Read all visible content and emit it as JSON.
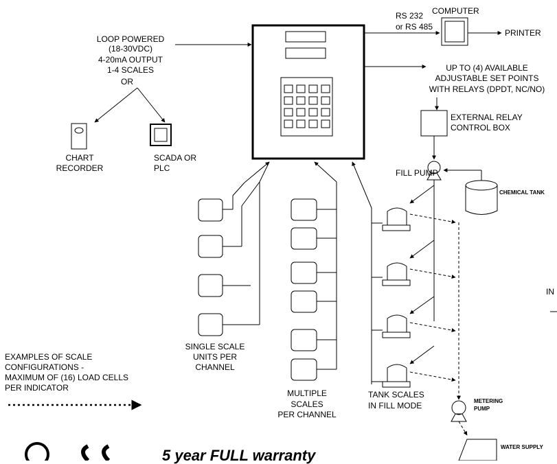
{
  "labels": {
    "rs232": "RS 232",
    "rs485": "or RS 485",
    "computer": "COMPUTER",
    "printer": "PRINTER",
    "loop_powered": [
      "LOOP POWERED",
      "(18-30VDC)",
      "4-20mA OUTPUT",
      "1-4 SCALES"
    ],
    "or": "OR",
    "chart_recorder": [
      "CHART",
      "RECORDER"
    ],
    "scada_plc": [
      "SCADA OR",
      "PLC"
    ],
    "set_points": [
      "UP TO (4) AVAILABLE",
      "ADJUSTABLE SET POINTS",
      "WITH RELAYS (DPDT, NC/NO)"
    ],
    "relay_box": [
      "EXTERNAL RELAY",
      "CONTROL BOX"
    ],
    "fill_pump": "FILL PUMP",
    "chemical_tank": "CHEMICAL TANK",
    "single_scale": [
      "SINGLE SCALE",
      "UNITS PER",
      "CHANNEL"
    ],
    "multiple_scales": [
      "MULTIPLE",
      "SCALES",
      "PER CHANNEL"
    ],
    "tank_scales": [
      "TANK SCALES",
      "IN FILL MODE"
    ],
    "examples": [
      "EXAMPLES OF SCALE",
      "CONFIGURATIONS -",
      "MAXIMUM OF (16) LOAD CELLS",
      "PER INDICATOR"
    ],
    "metering_pump": [
      "METERING",
      "PUMP"
    ],
    "water_supply": "WATER SUPPLY",
    "cut_off": "IN",
    "warranty": "5 year FULL warranty"
  }
}
